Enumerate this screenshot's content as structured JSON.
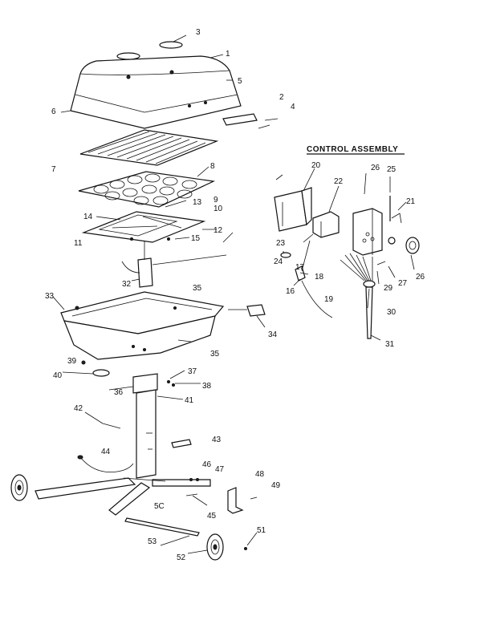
{
  "diagram": {
    "section_title": "CONTROL ASSEMBLY",
    "parts": [
      {
        "id": "p1",
        "label": "1"
      },
      {
        "id": "p2",
        "label": "2"
      },
      {
        "id": "p3",
        "label": "3"
      },
      {
        "id": "p4",
        "label": "4"
      },
      {
        "id": "p5",
        "label": "5"
      },
      {
        "id": "p6",
        "label": "6"
      },
      {
        "id": "p7",
        "label": "7"
      },
      {
        "id": "p8",
        "label": "8"
      },
      {
        "id": "p9",
        "label": "9"
      },
      {
        "id": "p10",
        "label": "10"
      },
      {
        "id": "p11",
        "label": "11"
      },
      {
        "id": "p12",
        "label": "12"
      },
      {
        "id": "p13",
        "label": "13"
      },
      {
        "id": "p14",
        "label": "14"
      },
      {
        "id": "p15",
        "label": "15"
      },
      {
        "id": "p16",
        "label": "16"
      },
      {
        "id": "p17",
        "label": "17"
      },
      {
        "id": "p18",
        "label": "18"
      },
      {
        "id": "p19",
        "label": "19"
      },
      {
        "id": "p20",
        "label": "20"
      },
      {
        "id": "p21",
        "label": "21"
      },
      {
        "id": "p22",
        "label": "22"
      },
      {
        "id": "p23",
        "label": "23"
      },
      {
        "id": "p24",
        "label": "24"
      },
      {
        "id": "p25",
        "label": "25"
      },
      {
        "id": "p26a",
        "label": "26"
      },
      {
        "id": "p26b",
        "label": "26"
      },
      {
        "id": "p27",
        "label": "27"
      },
      {
        "id": "p29",
        "label": "29"
      },
      {
        "id": "p30",
        "label": "30"
      },
      {
        "id": "p31",
        "label": "31"
      },
      {
        "id": "p32",
        "label": "32"
      },
      {
        "id": "p33",
        "label": "33"
      },
      {
        "id": "p34",
        "label": "34"
      },
      {
        "id": "p35a",
        "label": "35"
      },
      {
        "id": "p35b",
        "label": "35"
      },
      {
        "id": "p36",
        "label": "36"
      },
      {
        "id": "p37",
        "label": "37"
      },
      {
        "id": "p38",
        "label": "38"
      },
      {
        "id": "p39",
        "label": "39"
      },
      {
        "id": "p40",
        "label": "40"
      },
      {
        "id": "p41",
        "label": "41"
      },
      {
        "id": "p42",
        "label": "42"
      },
      {
        "id": "p43",
        "label": "43"
      },
      {
        "id": "p44",
        "label": "44"
      },
      {
        "id": "p45",
        "label": "45"
      },
      {
        "id": "p46",
        "label": "46"
      },
      {
        "id": "p47",
        "label": "47"
      },
      {
        "id": "p48",
        "label": "48"
      },
      {
        "id": "p49",
        "label": "49"
      },
      {
        "id": "p50",
        "label": "5C"
      },
      {
        "id": "p51",
        "label": "51"
      },
      {
        "id": "p52",
        "label": "52"
      },
      {
        "id": "p53",
        "label": "53"
      }
    ]
  }
}
